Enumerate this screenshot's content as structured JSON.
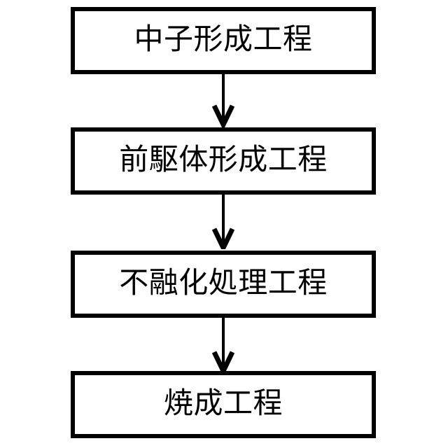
{
  "diagram": {
    "title": "",
    "type": "vertical-process-flowchart",
    "background_color": "#ffffff",
    "line_color": "#000000",
    "text_color": "#000000",
    "nodes": [
      {
        "id": "step-1",
        "label": "中子形成工程"
      },
      {
        "id": "step-2",
        "label": "前駆体形成工程"
      },
      {
        "id": "step-3",
        "label": "不融化処理工程"
      },
      {
        "id": "step-4",
        "label": "焼成工程"
      }
    ],
    "connectors": [
      {
        "id": "arrow-1",
        "from": "step-1",
        "to": "step-2",
        "icon": "down-arrow-icon"
      },
      {
        "id": "arrow-2",
        "from": "step-2",
        "to": "step-3",
        "icon": "down-arrow-icon"
      },
      {
        "id": "arrow-3",
        "from": "step-3",
        "to": "step-4",
        "icon": "down-arrow-icon"
      }
    ]
  }
}
